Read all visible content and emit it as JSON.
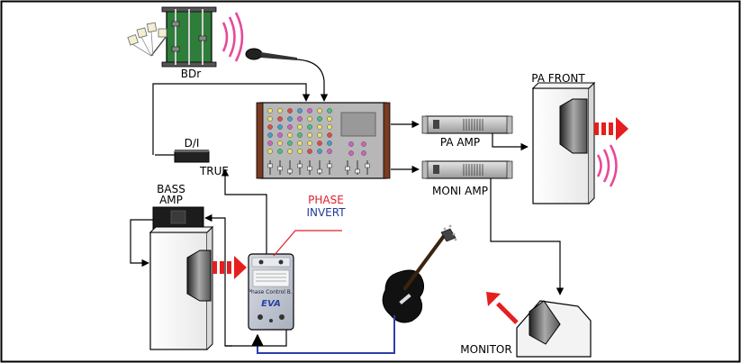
{
  "labels": {
    "bdr": "BDr",
    "pa_front": "PA FRONT",
    "pa_amp": "PA AMP",
    "moni_amp": "MONI AMP",
    "di": "D/I",
    "true": "TRUE",
    "bass_amp_line1": "BASS",
    "bass_amp_line2": "AMP",
    "phase": "PHASE",
    "invert": "INVERT",
    "monitor": "MONITOR"
  },
  "device_text": {
    "panel_name": "Phase Control B.I",
    "logo": "EVA"
  },
  "colors": {
    "signal_line": "#000000",
    "bass_cable": "#2b3fa6",
    "callout_line": "#e0202a",
    "sound_waves": "#e8489a",
    "arrow_red": "#e61e1e",
    "mixer_wood": "#7a3b22"
  }
}
